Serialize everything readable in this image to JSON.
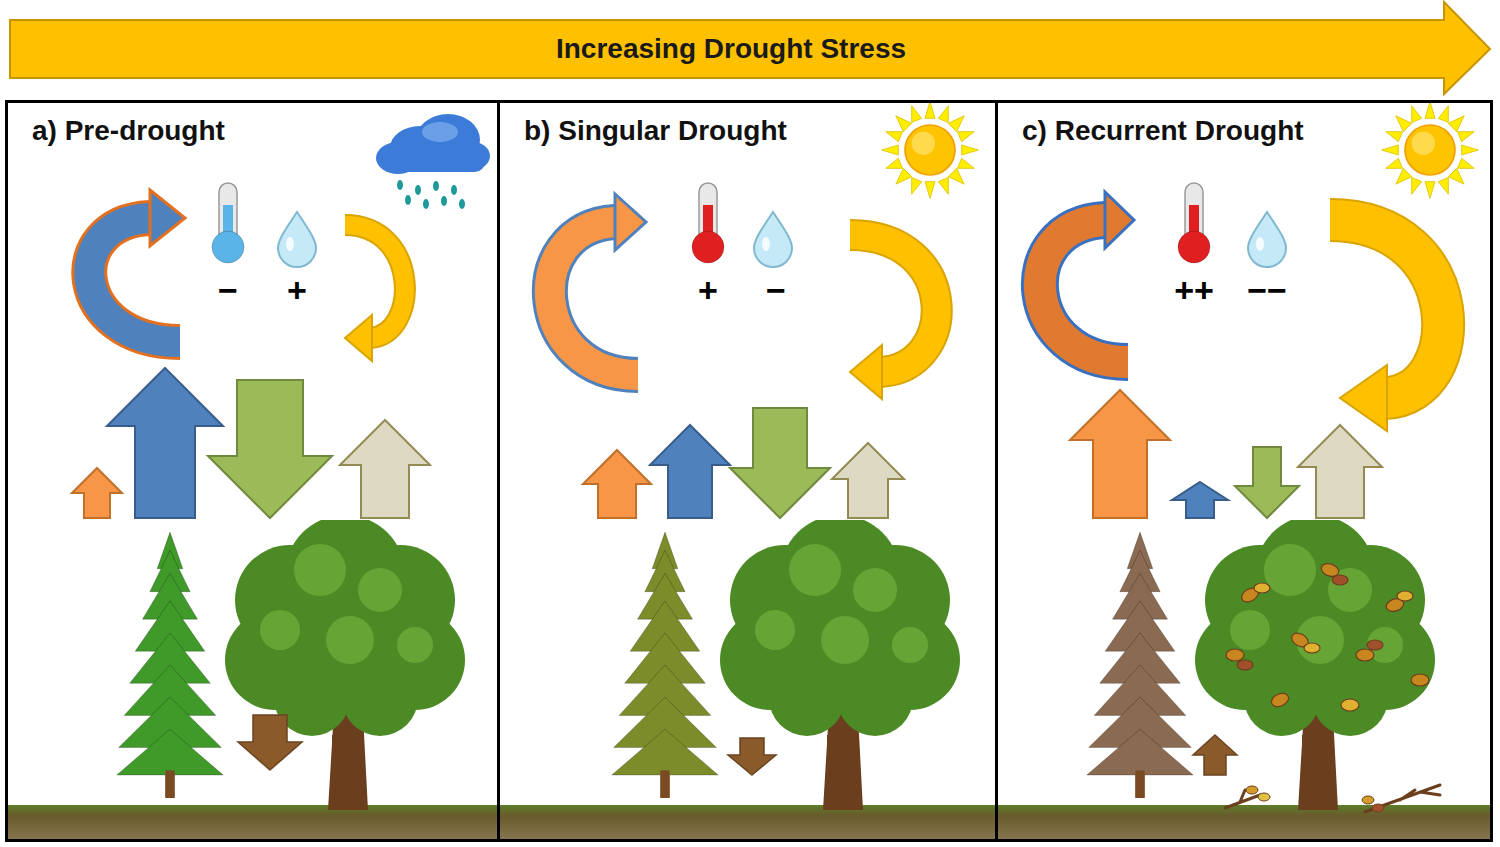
{
  "diagram": {
    "nodes": [
      {
        "text": [
          "Increasing Drought Stress"
        ]
      },
      {
        "text": [
          "a) Pre-drought"
        ]
      },
      {
        "text": [
          "b) Singular Drought"
        ]
      },
      {
        "text": [
          "c) Recurrent Drought"
        ]
      }
    ],
    "labels": [
      "−",
      "+",
      "+",
      "−",
      "++",
      "−−"
    ]
  }
}
